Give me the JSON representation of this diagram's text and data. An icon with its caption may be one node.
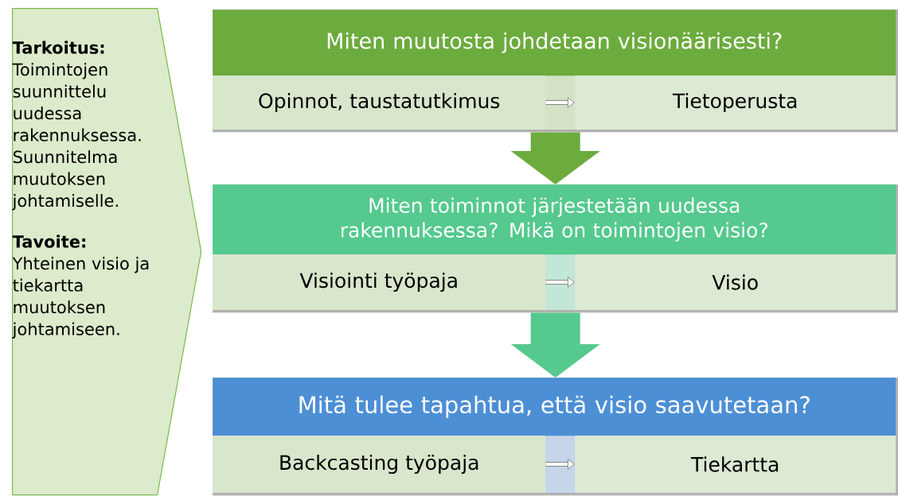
{
  "diagram": {
    "nodes": [
      {
        "text": [
          "**Tarkoitus:** Toimintojen suunnittelu uudessa rakennuksessa. Suunnitelma muutoksen johtamiselle.",
          "**Tavoite:** Yhteinen visio ja tiekartta muutoksen johtamiseen."
        ]
      },
      {
        "text": [],
        "shape": "box"
      },
      {
        "text": [
          "Miten muutosta johdetaan visionäärisesti?"
        ],
        "in": 1
      },
      {
        "text": [
          "Opinnot, taustatutkimus"
        ],
        "in": 1
      },
      {
        "text": [
          "Tietoperusta"
        ],
        "in": 1
      },
      {
        "text": [],
        "shape": "box"
      },
      {
        "text": [
          "Miten toiminnot järjestetään uudessa rakennuksessa? Mikä on toimintojen visio?"
        ],
        "in": 5
      },
      {
        "text": [
          "Visiointi työpaja"
        ],
        "in": 5
      },
      {
        "text": [
          "Visio"
        ],
        "in": 5
      },
      {
        "text": [],
        "shape": "box"
      },
      {
        "text": [
          "Mitä tulee tapahtua, että visio saavutetaan?"
        ],
        "in": 9
      },
      {
        "text": [
          "Backcasting työpaja"
        ],
        "in": 9
      },
      {
        "text": [
          "Tiekartta"
        ],
        "in": 9
      }
    ],
    "edges": [
      {
        "from": 3,
        "to": 4,
        "arrow": "to"
      },
      {
        "from": 1,
        "to": 5,
        "arrow": "to",
        "style": "thick",
        "color": "#6cab3e"
      },
      {
        "from": 7,
        "to": 8,
        "arrow": "to"
      },
      {
        "from": 5,
        "to": 9,
        "arrow": "to",
        "style": "thick",
        "color": "#55c98e"
      },
      {
        "from": 11,
        "to": 12,
        "arrow": "to"
      }
    ]
  }
}
